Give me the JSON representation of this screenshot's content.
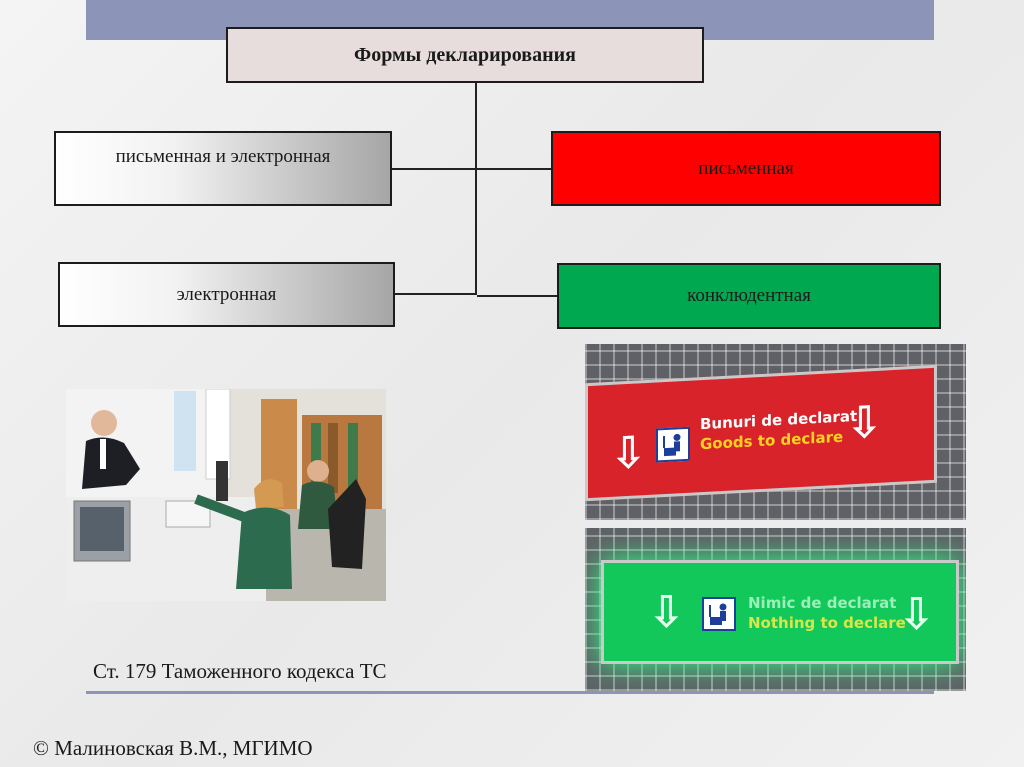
{
  "diagram": {
    "title": "Формы декларирования",
    "nodes": {
      "written_and_electronic": "письменная и электронная",
      "electronic": "электронная",
      "written": "письменная",
      "conclusive": "конклюдентная"
    },
    "colors": {
      "written": "#ff0000",
      "conclusive": "#00a850",
      "accent_bar": "#8c94b7"
    }
  },
  "signs": {
    "red": {
      "line1": "Bunuri de declarat",
      "line2": "Goods to declare"
    },
    "green": {
      "line1": "Nimic de declarat",
      "line2": "Nothing to declare"
    }
  },
  "caption": "Ст. 179 Таможенного кодекса ТС",
  "copyright": "© Малиновская В.М., МГИМО"
}
